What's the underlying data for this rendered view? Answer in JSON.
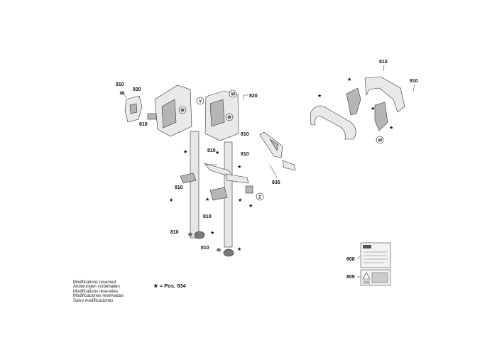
{
  "part_numbers": {
    "p810_a": "810",
    "p830": "830",
    "p810_b": "810",
    "p820": "820",
    "p810_c": "810",
    "p810_d": "810",
    "p810_e": "810",
    "p835": "835",
    "p810_f": "810",
    "p810_g": "810",
    "p810_h": "810",
    "p810_i": "810",
    "p810_j": "810",
    "p810_k": "810",
    "p808": "808",
    "p809": "809"
  },
  "circle_letters": {
    "v1": "V",
    "w1": "W",
    "z1": "Z",
    "w2": "W"
  },
  "star_symbol": "★",
  "notes": [
    "Modifications reserved",
    "Änderungen vorbehalten",
    "Modifications réservées",
    "Modificaciones reservadas",
    "Salvo modificaciones"
  ],
  "legend": "★ = Pos. 834"
}
